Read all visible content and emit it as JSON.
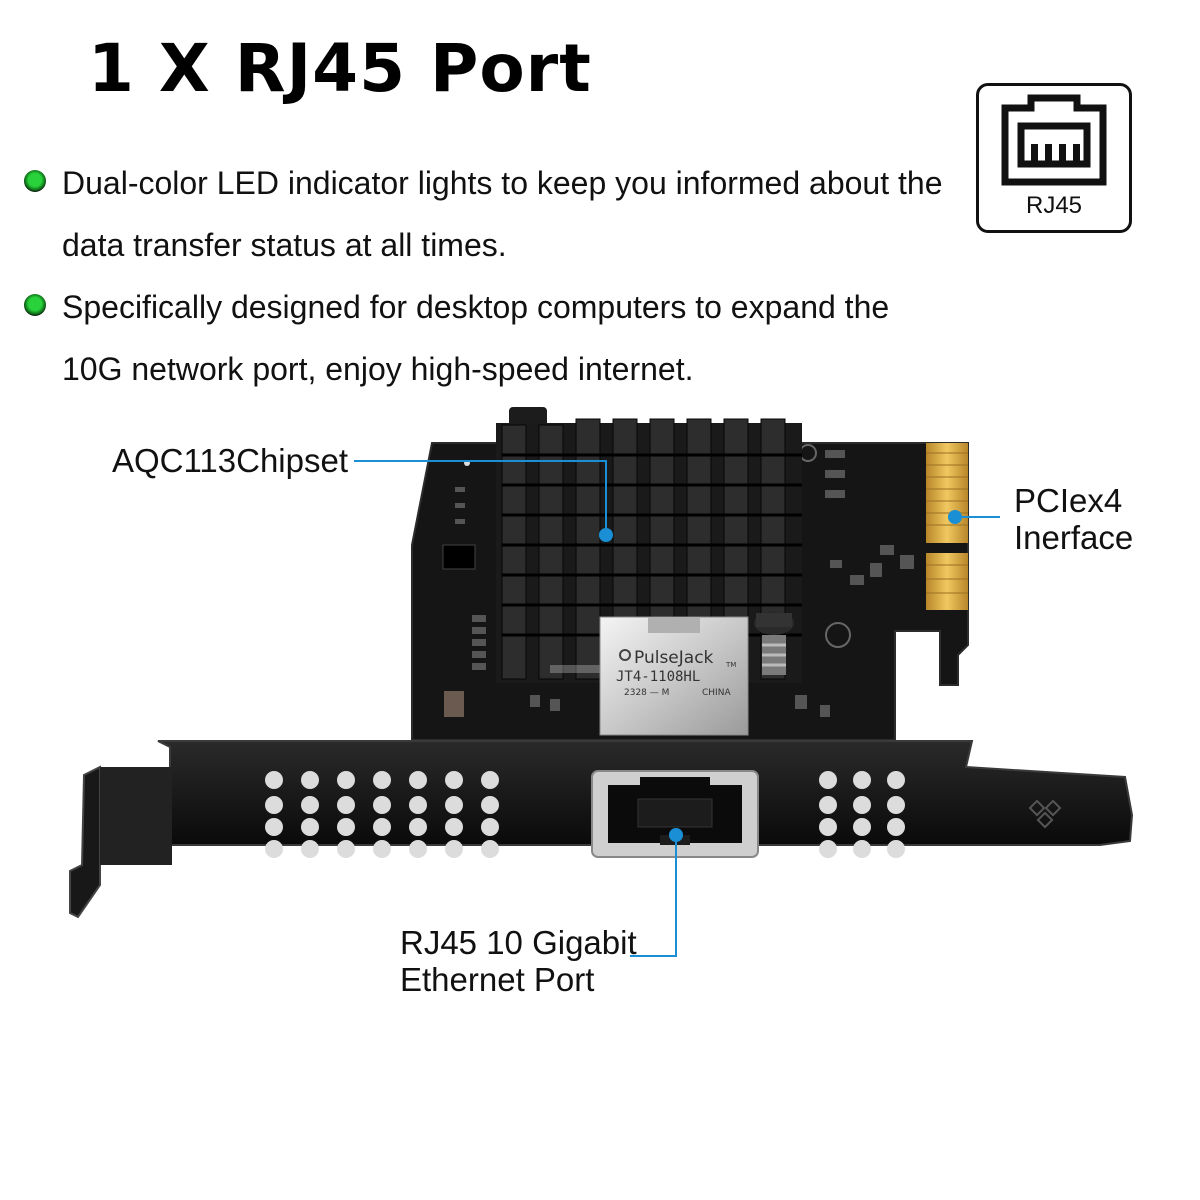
{
  "title": "1 X RJ45 Port",
  "badge": {
    "label": "RJ45",
    "icon": "rj45-port-icon"
  },
  "bullets": [
    {
      "text": "Dual-color LED indicator lights to keep you informed about the data transfer status at all times."
    },
    {
      "text": "Specifically designed for desktop computers to expand the 10G network port, enjoy high-speed internet."
    }
  ],
  "callouts": {
    "chipset": "AQC113Chipset",
    "pcie_line1": "PCIex4",
    "pcie_line2": "Inerface",
    "port_line1": "RJ45 10 Gigabit",
    "port_line2": "Ethernet Port"
  },
  "card_text": {
    "jack_brand": "PulseJack",
    "jack_tm": "TM",
    "jack_model": "JT4-1108HL",
    "jack_code": "2328 — M",
    "jack_origin": "CHINA"
  },
  "colors": {
    "accent": "#1a8fd6",
    "led_green": "#29d23a",
    "pcb": "#141414",
    "gold": "#d8a838"
  }
}
